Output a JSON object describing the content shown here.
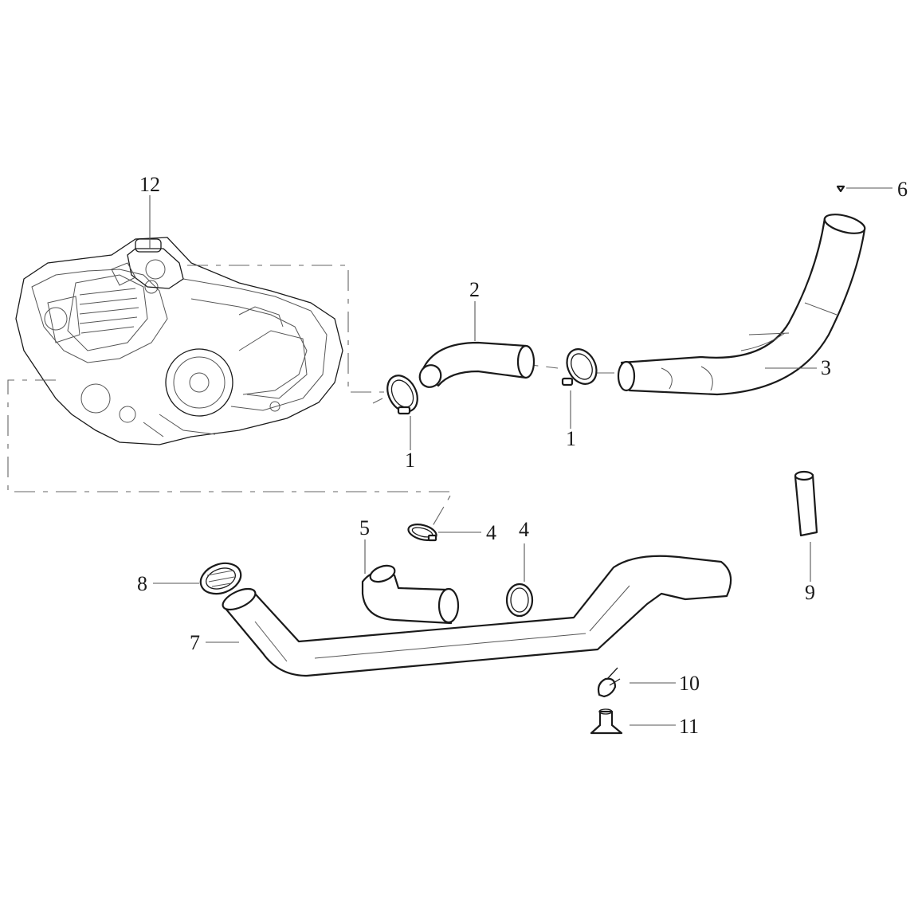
{
  "diagram": {
    "callouts": {
      "c1a": "1",
      "c1b": "1",
      "c2": "2",
      "c3": "3",
      "c4a": "4",
      "c4b": "4",
      "c5": "5",
      "c6": "6",
      "c7": "7",
      "c8": "8",
      "c9": "9",
      "c10": "10",
      "c11": "11",
      "c12": "12"
    }
  }
}
